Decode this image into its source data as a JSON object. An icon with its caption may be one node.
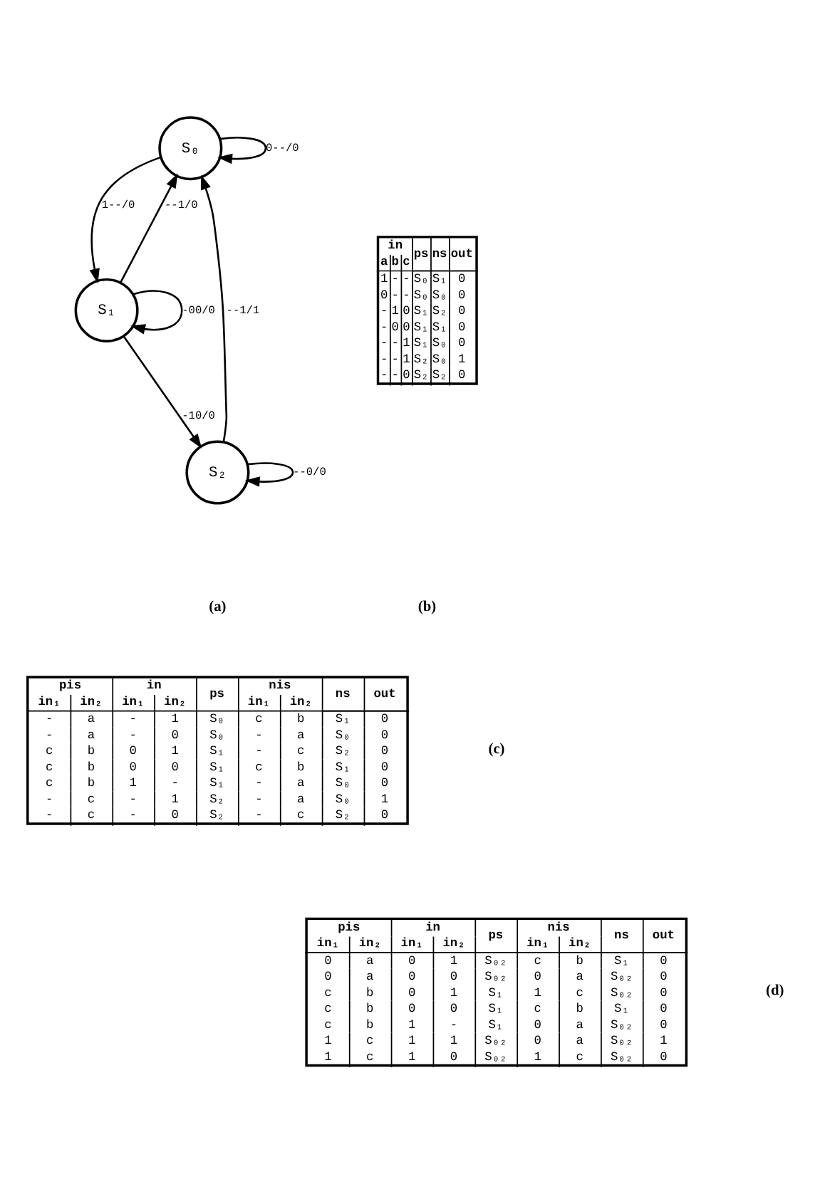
{
  "diagram": {
    "nodes": [
      {
        "text": [
          "S₀"
        ]
      },
      {
        "text": [
          "S₁"
        ]
      },
      {
        "text": [
          "S₂"
        ]
      }
    ],
    "edges": [
      {
        "from": 0,
        "to": 0,
        "arrow": "to",
        "label": "0--/0"
      },
      {
        "from": 0,
        "to": 1,
        "arrow": "to",
        "label": "1--/0"
      },
      {
        "from": 1,
        "to": 1,
        "arrow": "to",
        "label": "-00/0"
      },
      {
        "from": 1,
        "to": 0,
        "arrow": "to",
        "label": "--1/0"
      },
      {
        "from": 1,
        "to": 2,
        "arrow": "to",
        "label": "-10/0"
      },
      {
        "from": 2,
        "to": 0,
        "arrow": "to",
        "label": "--1/1"
      },
      {
        "from": 2,
        "to": 2,
        "arrow": "to",
        "label": "--0/0"
      }
    ],
    "labels": [
      "in",
      "ps",
      "ns",
      "out",
      "a",
      "b",
      "c",
      "1",
      "-",
      "-",
      "S₀",
      "S₁",
      "0",
      "0",
      "-",
      "-",
      "S₀",
      "S₀",
      "0",
      "-",
      "1",
      "0",
      "S₁",
      "S₂",
      "0",
      "-",
      "0",
      "0",
      "S₁",
      "S₁",
      "0",
      "-",
      "-",
      "1",
      "S₁",
      "S₀",
      "0",
      "-",
      "-",
      "1",
      "S₂",
      "S₀",
      "1",
      "-",
      "-",
      "0",
      "S₂",
      "S₂",
      "0",
      "(a)",
      "(b)",
      "pis",
      "in",
      "ps",
      "nis",
      "ns",
      "out",
      "in₁",
      "in₂",
      "in₁",
      "in₂",
      "in₁",
      "in₂",
      "-",
      "a",
      "-",
      "1",
      "S₀",
      "c",
      "b",
      "S₁",
      "0",
      "-",
      "a",
      "-",
      "0",
      "S₀",
      "-",
      "a",
      "S₀",
      "0",
      "c",
      "b",
      "0",
      "1",
      "S₁",
      "-",
      "c",
      "S₂",
      "0",
      "c",
      "b",
      "0",
      "0",
      "S₁",
      "c",
      "b",
      "S₁",
      "0",
      "c",
      "b",
      "1",
      "-",
      "S₁",
      "-",
      "a",
      "S₀",
      "0",
      "-",
      "c",
      "-",
      "1",
      "S₂",
      "-",
      "a",
      "S₀",
      "1",
      "-",
      "c",
      "-",
      "0",
      "S₂",
      "-",
      "c",
      "S₂",
      "0",
      "(c)",
      "pis",
      "in",
      "ps",
      "nis",
      "ns",
      "out",
      "in₁",
      "in₂",
      "in₁",
      "in₂",
      "in₁",
      "in₂",
      "0",
      "a",
      "0",
      "1",
      "S₀₂",
      "c",
      "b",
      "S₁",
      "0",
      "0",
      "a",
      "0",
      "0",
      "S₀₂",
      "0",
      "a",
      "S₀₂",
      "0",
      "c",
      "b",
      "0",
      "1",
      "S₁",
      "1",
      "c",
      "S₀₂",
      "0",
      "c",
      "b",
      "0",
      "0",
      "S₁",
      "c",
      "b",
      "S₁",
      "0",
      "c",
      "b",
      "1",
      "-",
      "S₁",
      "0",
      "a",
      "S₀₂",
      "0",
      "1",
      "c",
      "1",
      "1",
      "S₀₂",
      "0",
      "a",
      "S₀₂",
      "1",
      "1",
      "c",
      "1",
      "0",
      "S₀₂",
      "1",
      "c",
      "S₀₂",
      "0",
      "(d)"
    ]
  }
}
